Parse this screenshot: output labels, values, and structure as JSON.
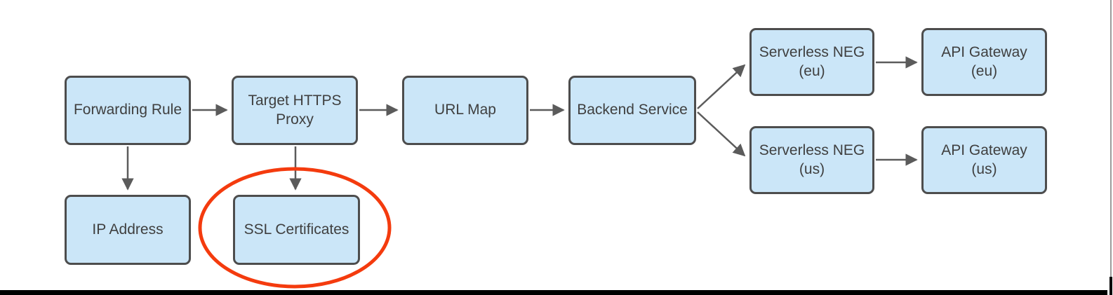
{
  "diagram": {
    "type": "flowchart",
    "nodes": [
      {
        "id": "forwarding-rule",
        "label": "Forwarding Rule"
      },
      {
        "id": "target-https-proxy",
        "label": "Target HTTPS\nProxy"
      },
      {
        "id": "url-map",
        "label": "URL Map"
      },
      {
        "id": "backend-service",
        "label": "Backend Service"
      },
      {
        "id": "serverless-neg-eu",
        "label": "Serverless NEG\n(eu)"
      },
      {
        "id": "api-gateway-eu",
        "label": "API Gateway\n(eu)"
      },
      {
        "id": "serverless-neg-us",
        "label": "Serverless NEG\n(us)"
      },
      {
        "id": "api-gateway-us",
        "label": "API Gateway\n(us)"
      },
      {
        "id": "ip-address",
        "label": "IP Address"
      },
      {
        "id": "ssl-certificates",
        "label": "SSL Certificates"
      }
    ],
    "edges": [
      {
        "from": "Forwarding Rule",
        "to": "Target HTTPS Proxy"
      },
      {
        "from": "Target HTTPS Proxy",
        "to": "URL Map"
      },
      {
        "from": "URL Map",
        "to": "Backend Service"
      },
      {
        "from": "Backend Service",
        "to": "Serverless NEG (eu)"
      },
      {
        "from": "Backend Service",
        "to": "Serverless NEG (us)"
      },
      {
        "from": "Serverless NEG (eu)",
        "to": "API Gateway (eu)"
      },
      {
        "from": "Serverless NEG (us)",
        "to": "API Gateway (us)"
      },
      {
        "from": "Forwarding Rule",
        "to": "IP Address"
      },
      {
        "from": "Target HTTPS Proxy",
        "to": "SSL Certificates"
      }
    ],
    "annotation": {
      "type": "ellipse-highlight",
      "target": "SSL Certificates",
      "color": "#f43b0e"
    },
    "colors": {
      "node_fill": "#cbe6f8",
      "node_border": "#4d4d4d",
      "node_text": "#3f3f3f",
      "arrow": "#5b5b5b",
      "highlight": "#f43b0e",
      "bottom_bar": "#000000",
      "right_border": "#9b9b9b"
    }
  }
}
